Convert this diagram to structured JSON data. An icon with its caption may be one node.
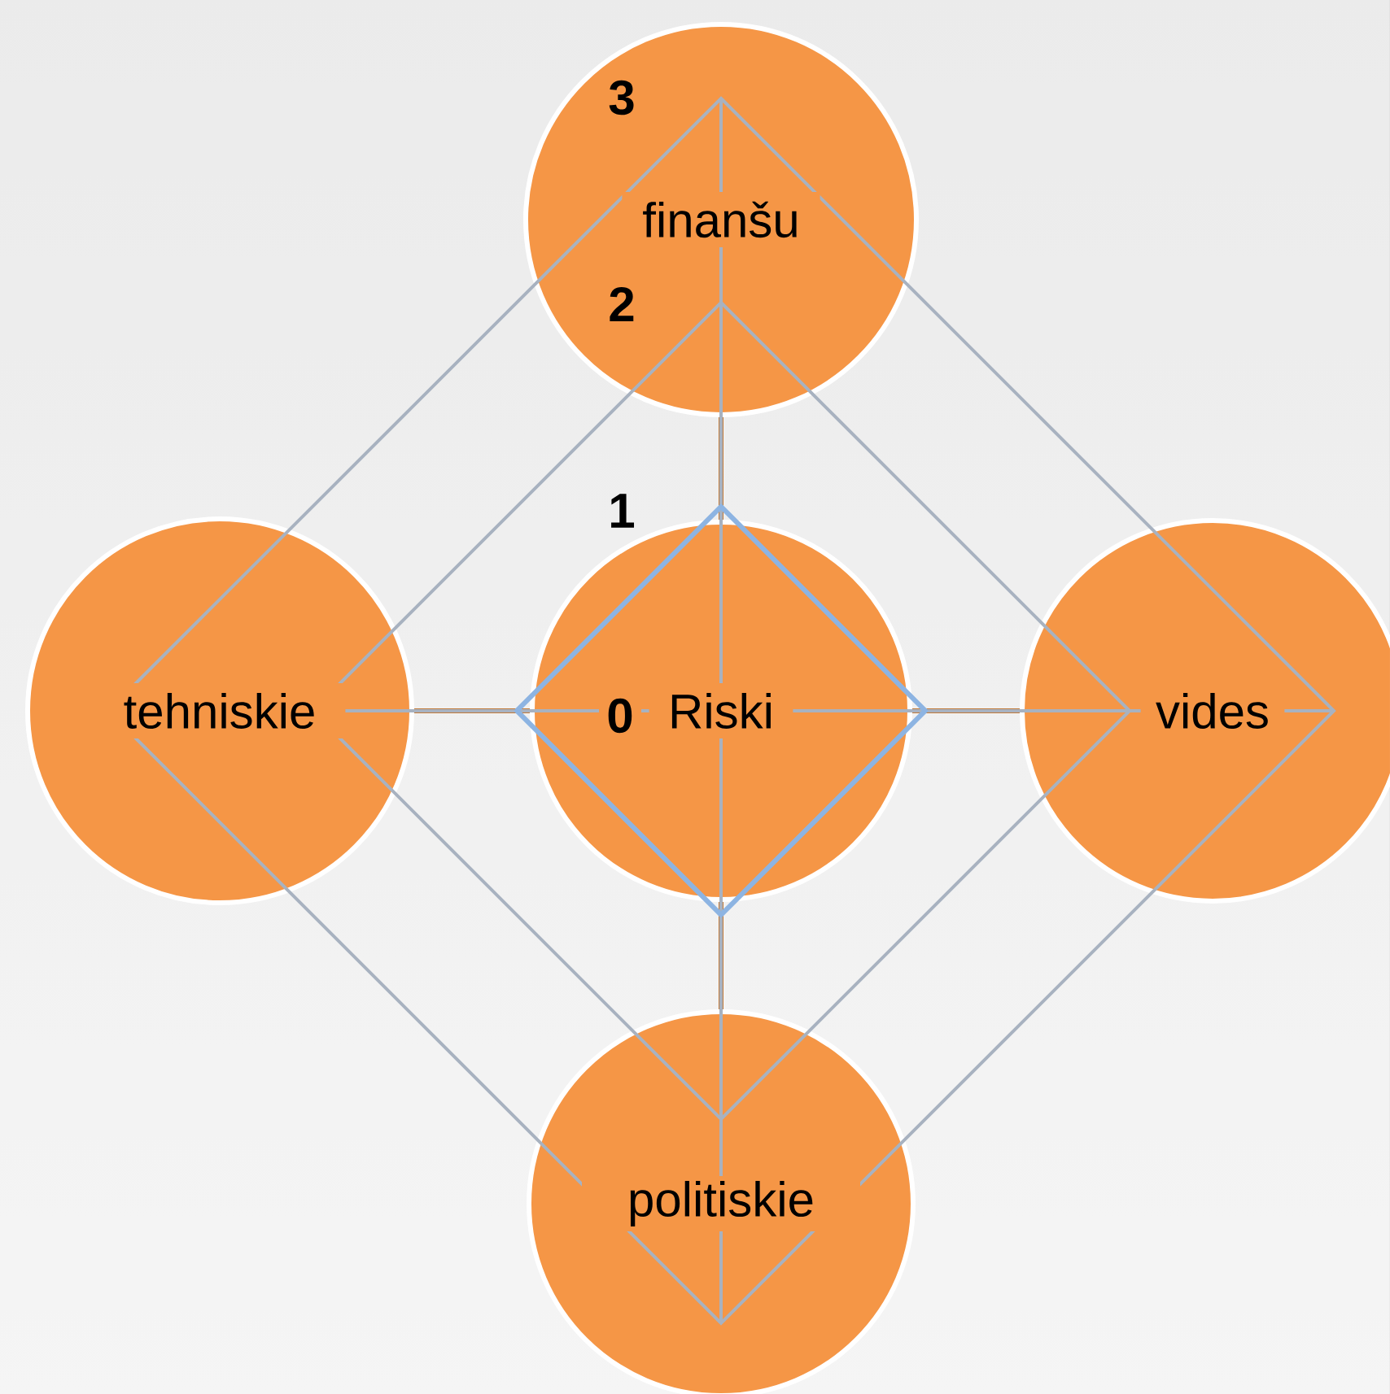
{
  "diagram": {
    "nodes": [
      {
        "text": [
          "Riski"
        ]
      },
      {
        "text": [
          "finanšu"
        ]
      },
      {
        "text": [
          "tehniskie"
        ]
      },
      {
        "text": [
          "vides"
        ]
      },
      {
        "text": [
          "politiskie"
        ]
      }
    ],
    "edges": [
      {
        "from": 0,
        "to": 1,
        "arrow": "none"
      },
      {
        "from": 0,
        "to": 2,
        "arrow": "none"
      },
      {
        "from": 0,
        "to": 3,
        "arrow": "none"
      },
      {
        "from": 0,
        "to": 4,
        "arrow": "none"
      }
    ],
    "labels": [
      "3",
      "2",
      "1",
      "0"
    ]
  }
}
